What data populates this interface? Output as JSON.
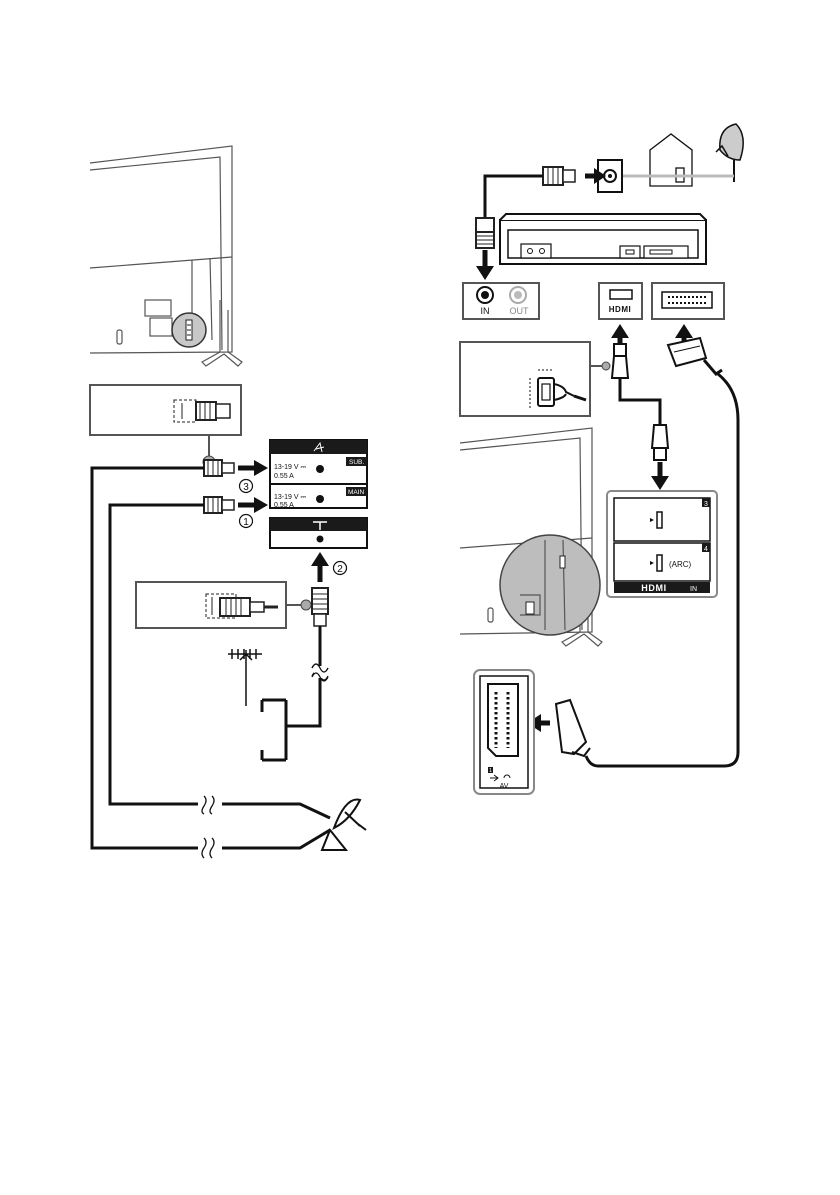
{
  "satellite_panel": {
    "sub_label": "SUB.",
    "main_label": "MAIN",
    "sub_voltage": "13-19 V ⎓",
    "sub_current": "0.55 A",
    "main_voltage": "13-19 V ⎓",
    "main_current": "0.55 A"
  },
  "steps": {
    "one": "1",
    "two": "2",
    "three": "3"
  },
  "av_panel": {
    "in_label": "IN",
    "out_label": "OUT"
  },
  "hdmi_panel": {
    "port3_number": "3",
    "port4_number": "4",
    "arc_label": "(ARC)",
    "in_suffix": "IN"
  },
  "scart_panel": {
    "av_label": "AV",
    "port_number": "1"
  },
  "colors": {
    "line": "#1a1a1a",
    "panel_gray": "#cccccc",
    "panel_border": "#555555",
    "zoom_fill": "#bdbdbd"
  },
  "icons": [
    "satellite-dish-icon",
    "house-icon",
    "antenna-icon",
    "wall-socket-icon",
    "hdmi-logo-icon",
    "scart-port-icon"
  ]
}
